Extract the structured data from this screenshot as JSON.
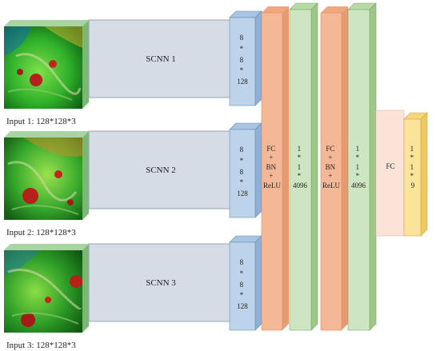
{
  "inputs": [
    {
      "label": "Input 1: 128*128*3",
      "image": "input-image-1"
    },
    {
      "label": "Input 2: 128*128*3",
      "image": "input-image-2"
    },
    {
      "label": "Input 3: 128*128*3",
      "image": "input-image-3"
    }
  ],
  "branches": [
    {
      "name": "SCNN 1",
      "output": [
        "8",
        "*",
        "8",
        "*",
        "128"
      ]
    },
    {
      "name": "SCNN 2",
      "output": [
        "8",
        "*",
        "8",
        "*",
        "128"
      ]
    },
    {
      "name": "SCNN 3",
      "output": [
        "8",
        "*",
        "8",
        "*",
        "128"
      ]
    }
  ],
  "fc_block_1": {
    "lines": [
      "FC",
      "+",
      "BN",
      "+",
      "ReLU"
    ]
  },
  "dim_block_1": {
    "lines": [
      "1",
      "*",
      "1",
      "*",
      "4096"
    ]
  },
  "fc_block_2": {
    "lines": [
      "FC",
      "+",
      "BN",
      "+",
      "ReLU"
    ]
  },
  "dim_block_2": {
    "lines": [
      "1",
      "*",
      "1",
      "*",
      "4096"
    ]
  },
  "fc_block_3": {
    "lines": [
      "FC"
    ]
  },
  "output_block": {
    "lines": [
      "1",
      "*",
      "1",
      "*",
      "9"
    ]
  },
  "colors": {
    "scnn_box": "#d6dce6",
    "feature_block": "#bcd3ea",
    "fc_block": "#f4b896",
    "dim_block": "#cde5c0",
    "fc_block_light": "#fbe3d8",
    "output_block": "#fbe39a",
    "image_green": "#2fa82a"
  }
}
